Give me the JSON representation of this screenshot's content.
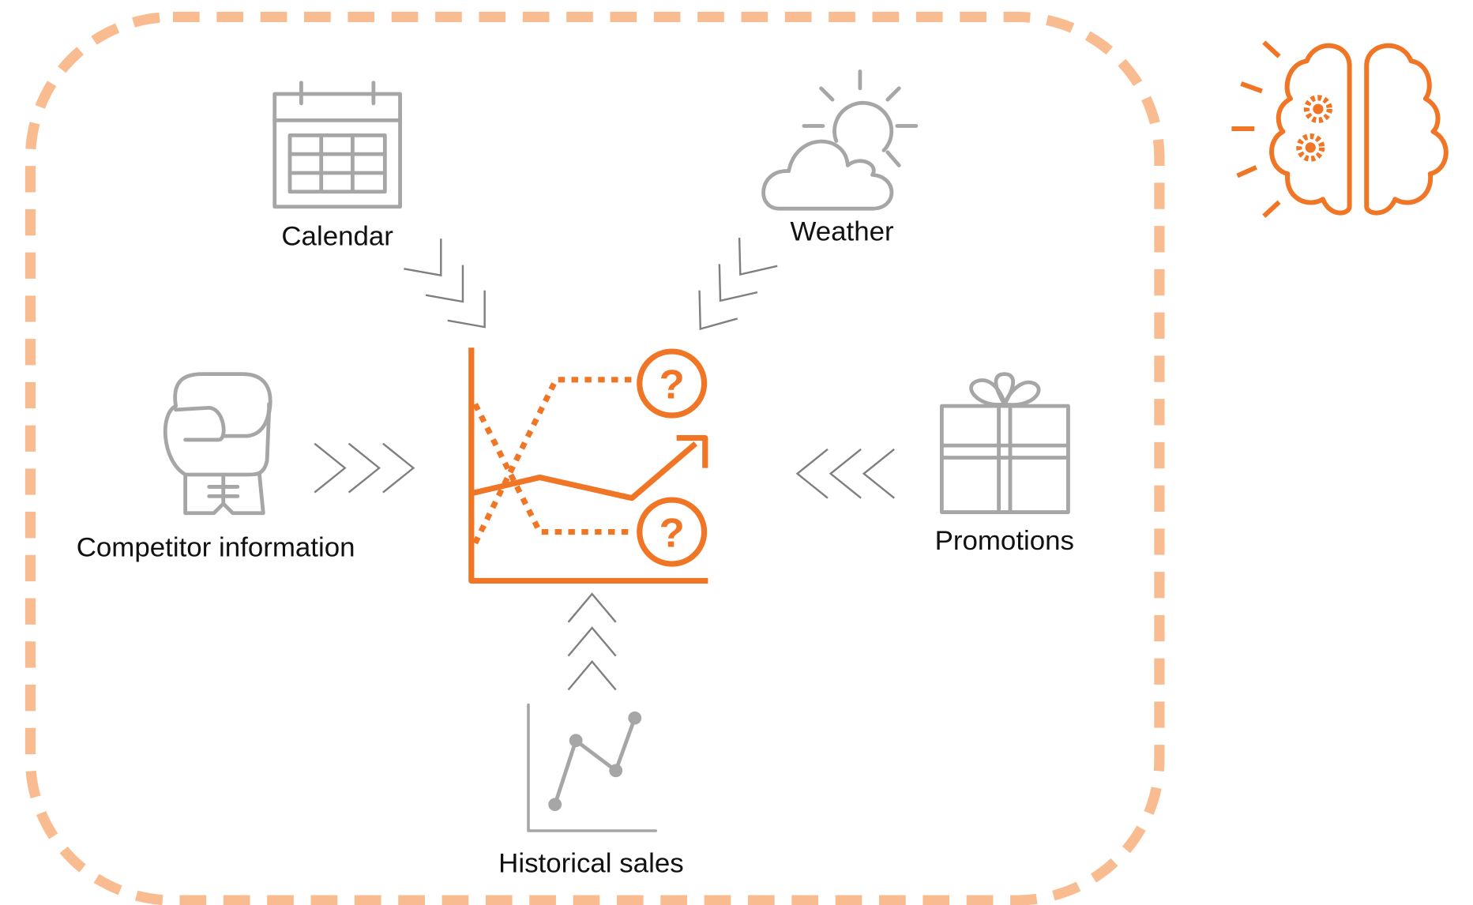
{
  "colors": {
    "accent": "#f07524",
    "dashed_border": "#f9bc91",
    "icon_gray": "#a6a6a6"
  },
  "labels": {
    "calendar": "Calendar",
    "weather": "Weather",
    "competitor": "Competitor information",
    "promotions": "Promotions",
    "historical": "Historical sales"
  },
  "center": {
    "question_mark": "?"
  },
  "icons": [
    "calendar-icon",
    "weather-icon",
    "boxing-glove-icon",
    "gift-icon",
    "line-chart-icon",
    "forecast-chart-icon",
    "brain-gears-icon"
  ]
}
